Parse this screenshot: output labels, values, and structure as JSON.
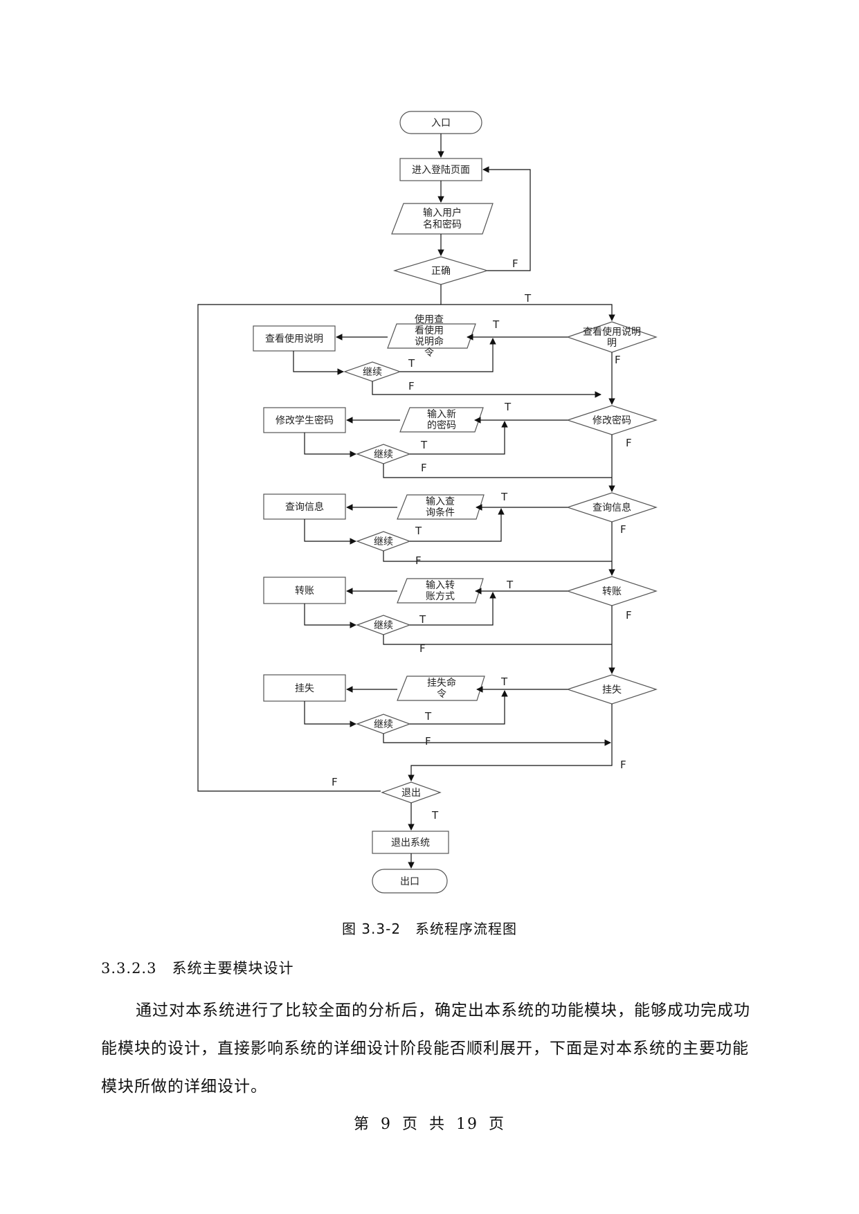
{
  "flowchart": {
    "start": "入口",
    "login_page": "进入登陆页面",
    "input_credentials": [
      "输入用户",
      "名和密码"
    ],
    "correct": "正确",
    "exit": "出口",
    "exit_decision": "退出",
    "exit_system": "退出系统",
    "continue": "继续",
    "true_label": "T",
    "false_label": "F",
    "modules": [
      {
        "decision": "查看使用说明",
        "input": [
          "使用查",
          "看使用",
          "说明命",
          "令"
        ],
        "process": "查看使用说明"
      },
      {
        "decision": "修改密码",
        "input": [
          "输入新",
          "的密码"
        ],
        "process": "修改学生密码"
      },
      {
        "decision": "查询信息",
        "input": [
          "输入查",
          "询条件"
        ],
        "process": "查询信息"
      },
      {
        "decision": "转账",
        "input": [
          "输入转",
          "账方式"
        ],
        "process": "转账"
      },
      {
        "decision": "挂失",
        "input": [
          "挂失命",
          "令"
        ],
        "process": "挂失"
      }
    ]
  },
  "caption": "图 3.3-2　系统程序流程图",
  "section": {
    "number": "3.3.2.3",
    "title": "系统主要模块设计"
  },
  "paragraph": "通过对本系统进行了比较全面的分析后，确定出本系统的功能模块，能够成功完成功能模块的设计，直接影响系统的详细设计阶段能否顺利展开，下面是对本系统的主要功能模块所做的详细设计。",
  "footer": "第 9 页 共 19 页"
}
